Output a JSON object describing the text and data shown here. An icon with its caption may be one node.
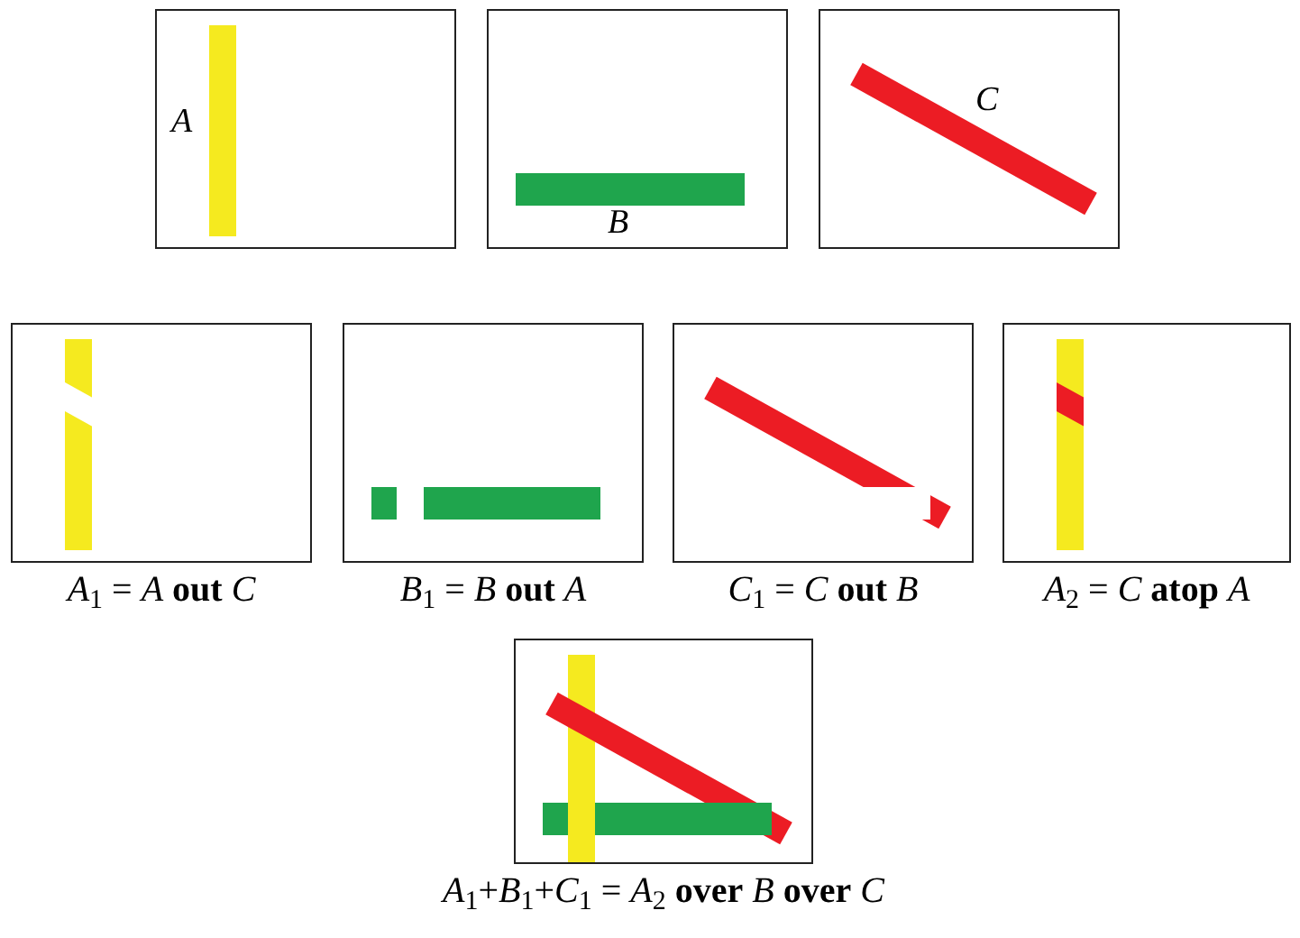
{
  "diagram": {
    "nodes": [
      {
        "text": [
          "A"
        ]
      },
      {
        "text": [
          "B"
        ]
      },
      {
        "text": [
          "C"
        ]
      },
      {
        "text": [],
        "shape": "picture",
        "beside": [
          "*A*$_{1}$ = *A* **out** *C*"
        ]
      },
      {
        "text": [],
        "shape": "picture",
        "beside": [
          "*B*$_{1}$ = *B* **out** *A*"
        ]
      },
      {
        "text": [],
        "shape": "picture",
        "beside": [
          "*C*$_{1}$ = *C* **out** *B*"
        ]
      },
      {
        "text": [],
        "shape": "picture",
        "beside": [
          "*A*$_{2}$ = *C* **atop** *A*"
        ]
      },
      {
        "text": [],
        "shape": "picture",
        "beside": [
          "*A*$_{1}$+*B*$_{1}$+*C*$_{1}$ = *A*$_{2}$ **over** *B* **over** *C*"
        ]
      }
    ]
  }
}
